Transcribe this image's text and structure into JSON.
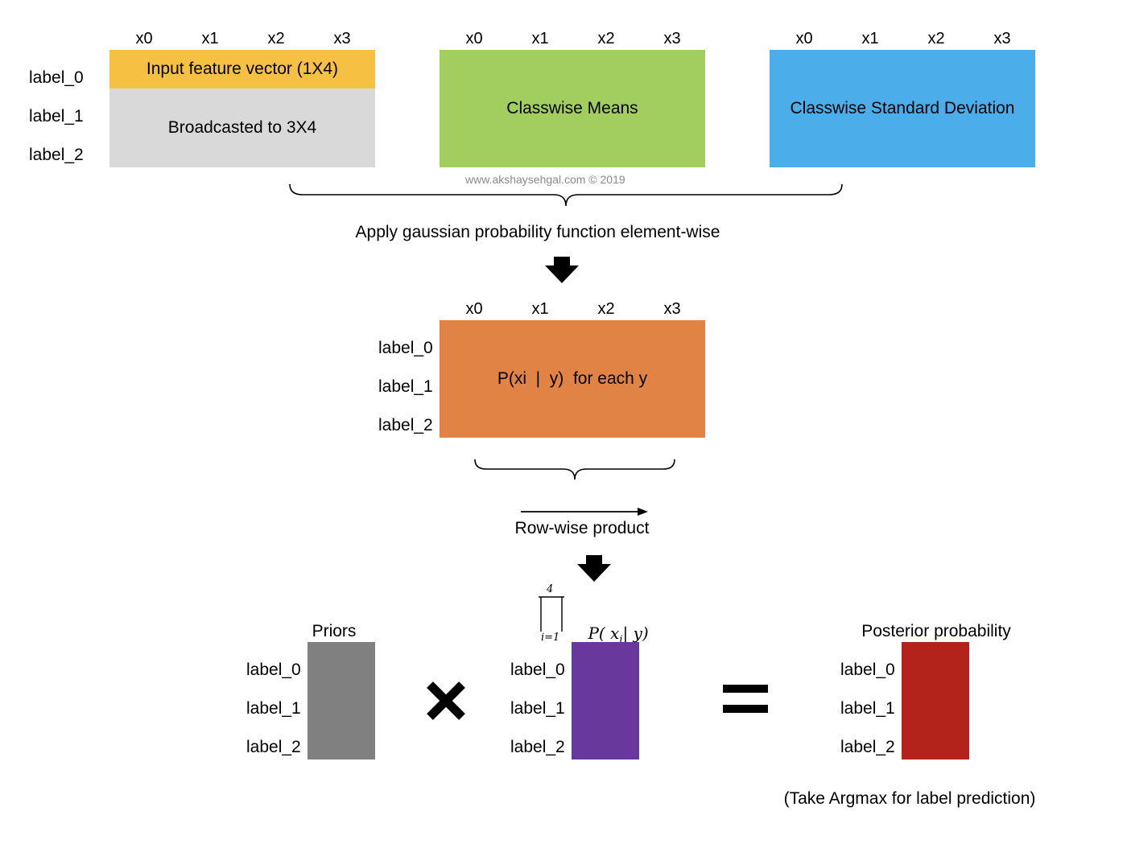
{
  "columns": [
    "x0",
    "x1",
    "x2",
    "x3"
  ],
  "rows": [
    "label_0",
    "label_1",
    "label_2"
  ],
  "top": {
    "input_box": "Input feature vector (1X4)",
    "broadcast_box": "Broadcasted to 3X4",
    "means_box": "Classwise Means",
    "std_box": "Classwise Standard Deviation"
  },
  "watermark": "www.akshaysehgal.com © 2019",
  "step_gaussian": "Apply gaussian probability function element-wise",
  "middle_box": "P(xi  |  y)  for each y",
  "step_product": "Row-wise product",
  "formula": {
    "upper": "4",
    "lower": "i=1",
    "body_open": "P( x",
    "sub": "i",
    "body_close": "| y)"
  },
  "priors_title": "Priors",
  "posterior_title": "Posterior probability",
  "argmax_note": "(Take Argmax for label prediction)",
  "colors": {
    "input": "#f6c143",
    "broadcast": "#d9d9d9",
    "means": "#a2cd5f",
    "std": "#4badea",
    "likelihood": "#e08344",
    "priors": "#808080",
    "product": "#68389c",
    "posterior": "#b3231b"
  }
}
